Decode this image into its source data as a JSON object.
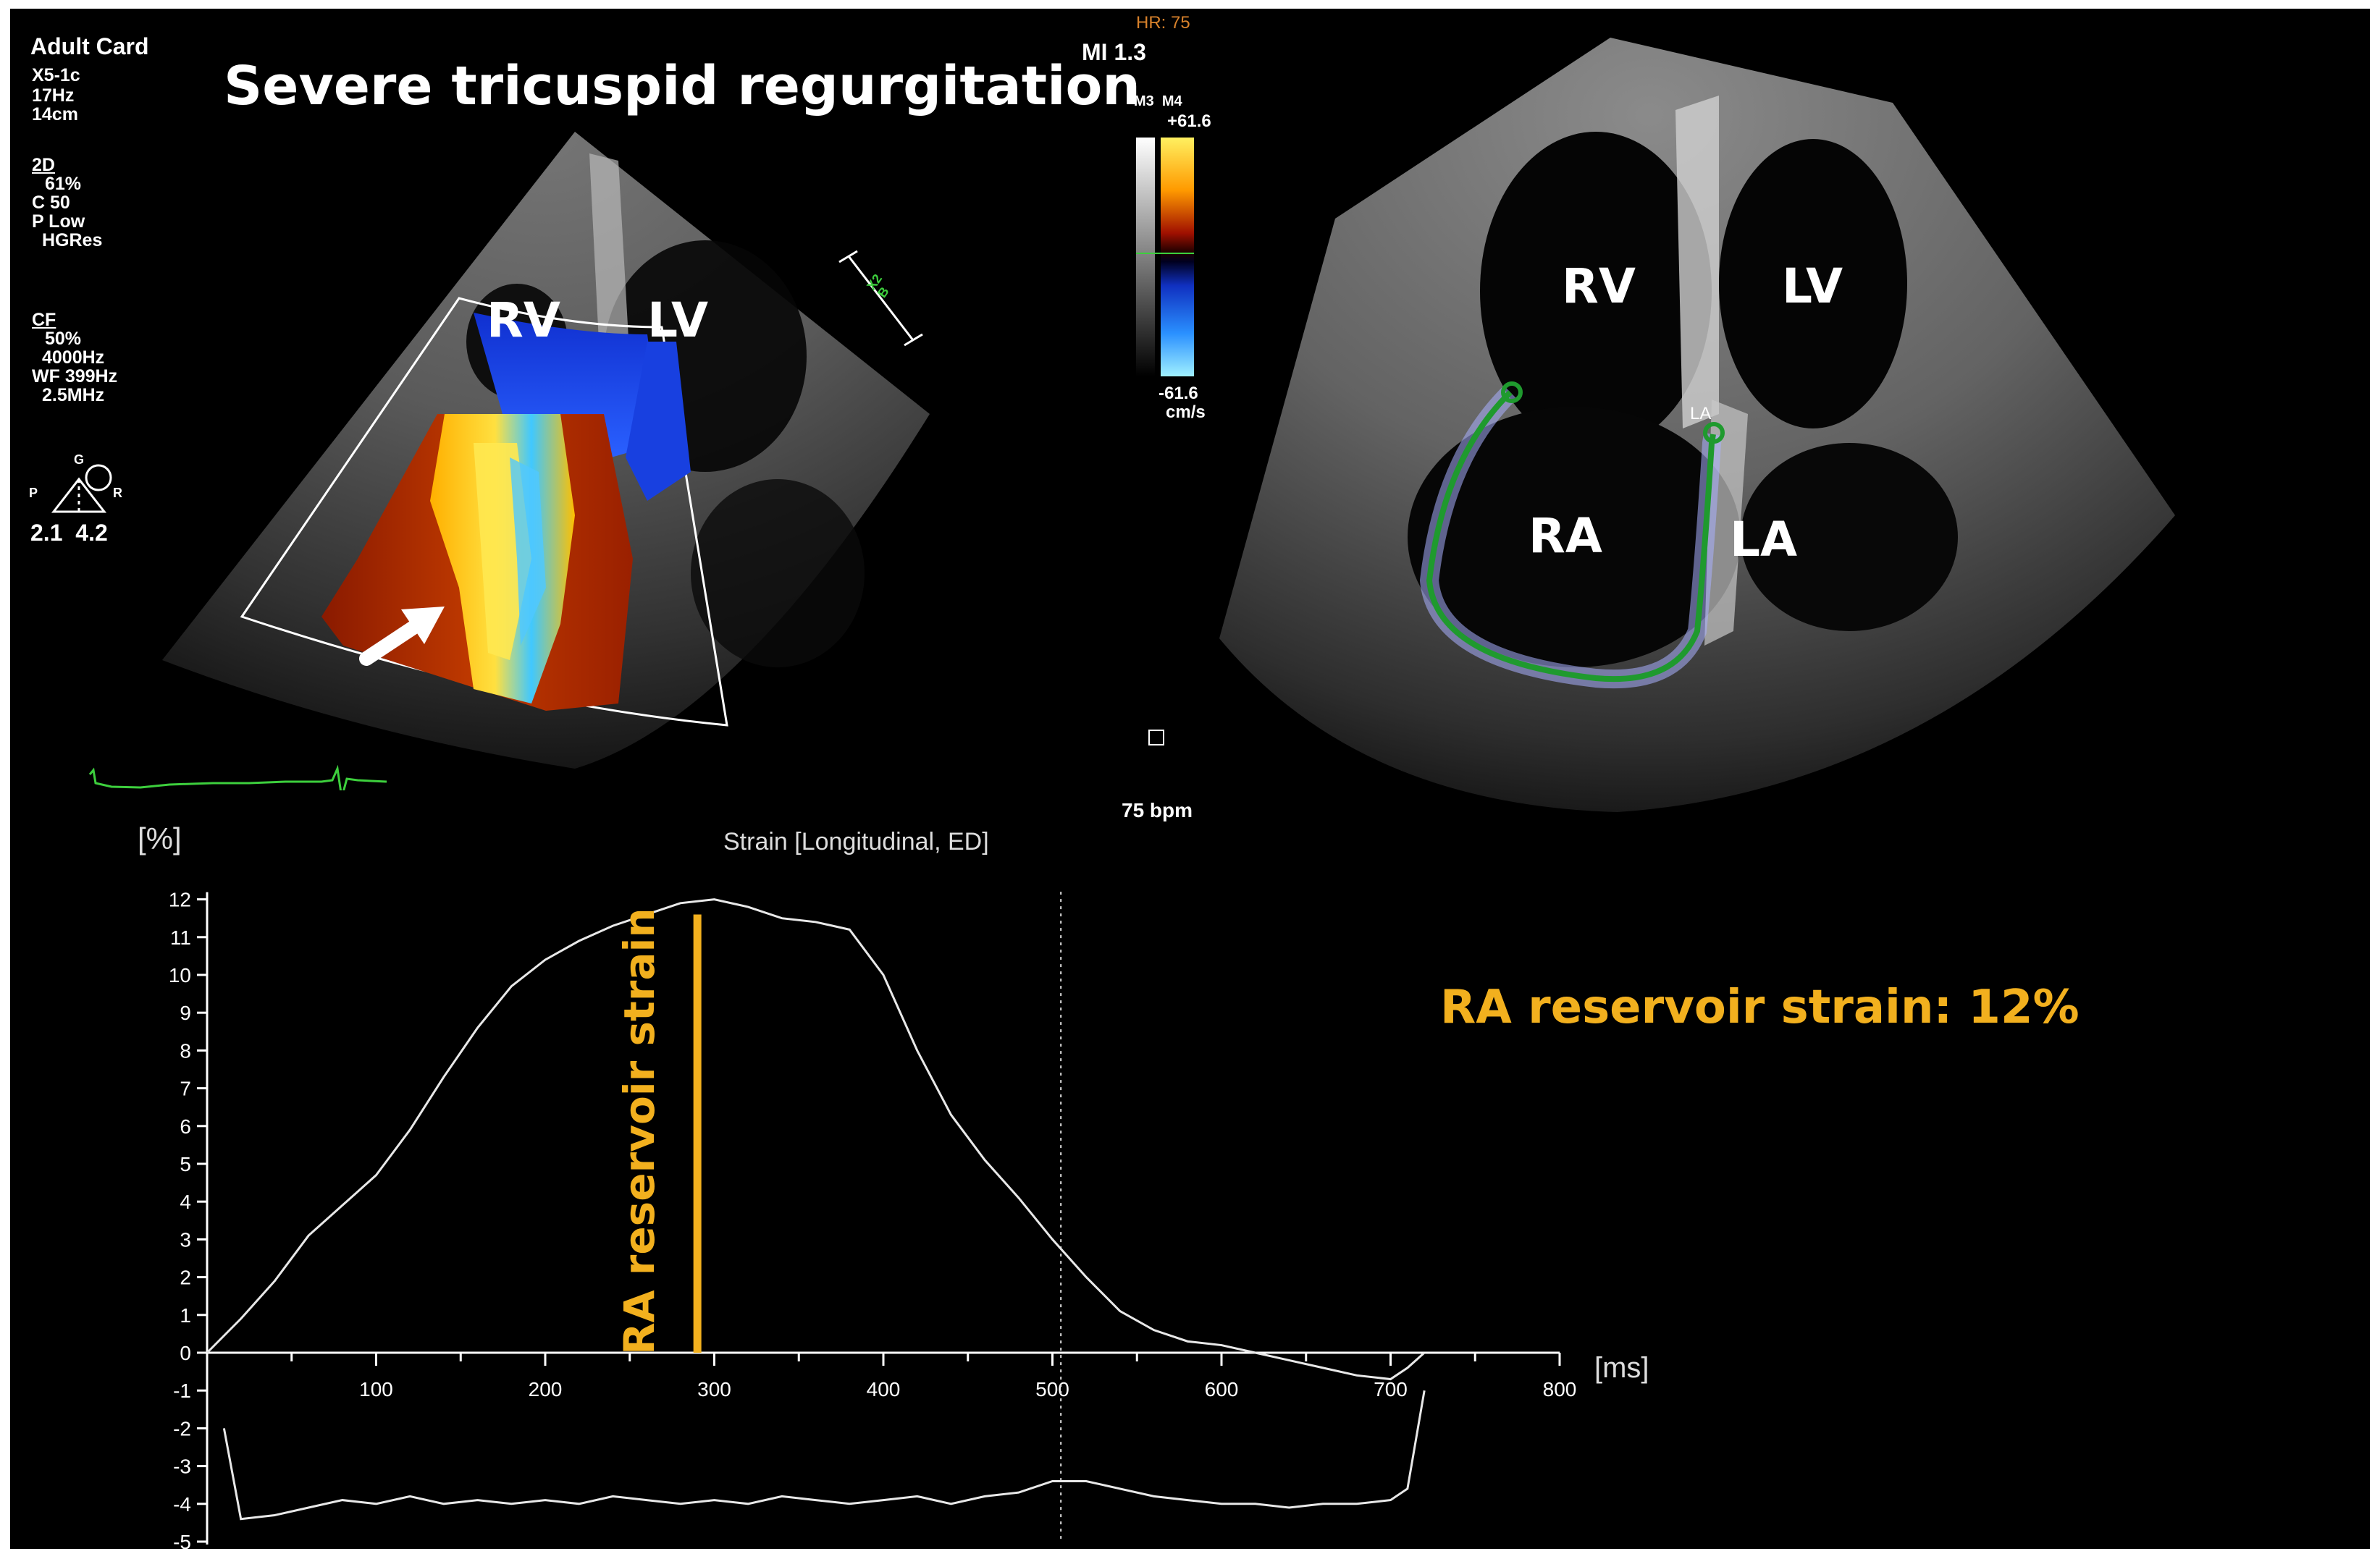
{
  "left_panel": {
    "preset": "Adult Card",
    "probe": "X5-1c",
    "frame_rate": "17Hz",
    "depth": "14cm",
    "mode_2d": {
      "label": "2D",
      "gain": "61%",
      "compression": "C 50",
      "power": "P Low",
      "resolution": "HGRes"
    },
    "mode_cf": {
      "label": "CF",
      "gain": "50%",
      "prf": "4000Hz",
      "wall_filter": "WF 399Hz",
      "frequency": "2.5MHz"
    },
    "orientation": {
      "g": "G",
      "p": "P",
      "r": "R",
      "values": "2.1  4.2"
    },
    "title": "Severe tricuspid regurgitation",
    "chambers": {
      "rv": "RV",
      "lv": "LV"
    },
    "scale_marker": "X2\nB"
  },
  "center_readout": {
    "hr": "HR: 75",
    "mi": "MI 1.3",
    "maps": "M3  M4",
    "vel_pos": "+61.6",
    "vel_neg": "-61.6",
    "vel_unit": "cm/s",
    "bpm": "75 bpm",
    "colors": {
      "hr": "#d9822b",
      "pos": "#f0c000",
      "neg": "#3aa0ff"
    }
  },
  "right_panel": {
    "chambers": {
      "rv": "RV",
      "lv": "LV",
      "ra": "RA",
      "la": "LA",
      "la_marker": "LA"
    },
    "trace_color": "#1f9a2e"
  },
  "strain_chart": {
    "ylabel": "[%]",
    "title": "Strain [Longitudinal, ED]",
    "xlabel": "[ms]",
    "annotation": "RA reservoir strain",
    "result": "RA reservoir strain: 12%",
    "accent": "#f2b01e"
  },
  "chart_data": {
    "type": "line",
    "title": "Strain [Longitudinal, ED]",
    "xlabel": "[ms]",
    "ylabel": "[%]",
    "xlim": [
      0,
      800
    ],
    "ylim": [
      -5,
      12
    ],
    "x_ticks": [
      100,
      200,
      300,
      400,
      500,
      600,
      700,
      800
    ],
    "y_ticks": [
      12,
      11,
      10,
      9,
      8,
      7,
      6,
      5,
      4,
      3,
      2,
      1,
      0,
      -1,
      -2,
      -3,
      -4,
      -5
    ],
    "reservoir_marker_x": 290,
    "dashed_marker_x": 505,
    "series": [
      {
        "x": [
          0,
          20,
          40,
          60,
          80,
          100,
          120,
          140,
          160,
          180,
          200,
          220,
          240,
          260,
          280,
          300,
          320,
          340,
          360,
          380,
          400,
          420,
          440,
          460,
          480,
          500,
          520,
          540,
          560,
          580,
          600,
          620,
          640,
          660,
          680,
          700,
          710,
          720
        ],
        "values": [
          0,
          0.9,
          1.9,
          3.1,
          3.9,
          4.7,
          5.9,
          7.3,
          8.6,
          9.7,
          10.4,
          10.9,
          11.3,
          11.6,
          11.9,
          12.0,
          11.8,
          11.5,
          11.4,
          11.2,
          10.0,
          8.0,
          6.3,
          5.1,
          4.1,
          3.0,
          2.0,
          1.1,
          0.6,
          0.3,
          0.2,
          0.0,
          -0.2,
          -0.4,
          -0.6,
          -0.7,
          -0.4,
          0.0
        ]
      },
      {
        "x": [
          10,
          20,
          40,
          60,
          80,
          100,
          120,
          140,
          160,
          180,
          200,
          220,
          240,
          260,
          280,
          300,
          320,
          340,
          360,
          380,
          400,
          420,
          440,
          460,
          480,
          500,
          520,
          540,
          560,
          580,
          600,
          620,
          640,
          660,
          680,
          700,
          710,
          720
        ],
        "values": [
          -2.0,
          -4.4,
          -4.3,
          -4.1,
          -3.9,
          -4.0,
          -3.8,
          -4.0,
          -3.9,
          -4.0,
          -3.9,
          -4.0,
          -3.8,
          -3.9,
          -4.0,
          -3.9,
          -4.0,
          -3.8,
          -3.9,
          -4.0,
          -3.9,
          -3.8,
          -4.0,
          -3.8,
          -3.7,
          -3.4,
          -3.4,
          -3.6,
          -3.8,
          -3.9,
          -4.0,
          -4.0,
          -4.1,
          -4.0,
          -4.0,
          -3.9,
          -3.6,
          -1.0
        ]
      }
    ]
  }
}
